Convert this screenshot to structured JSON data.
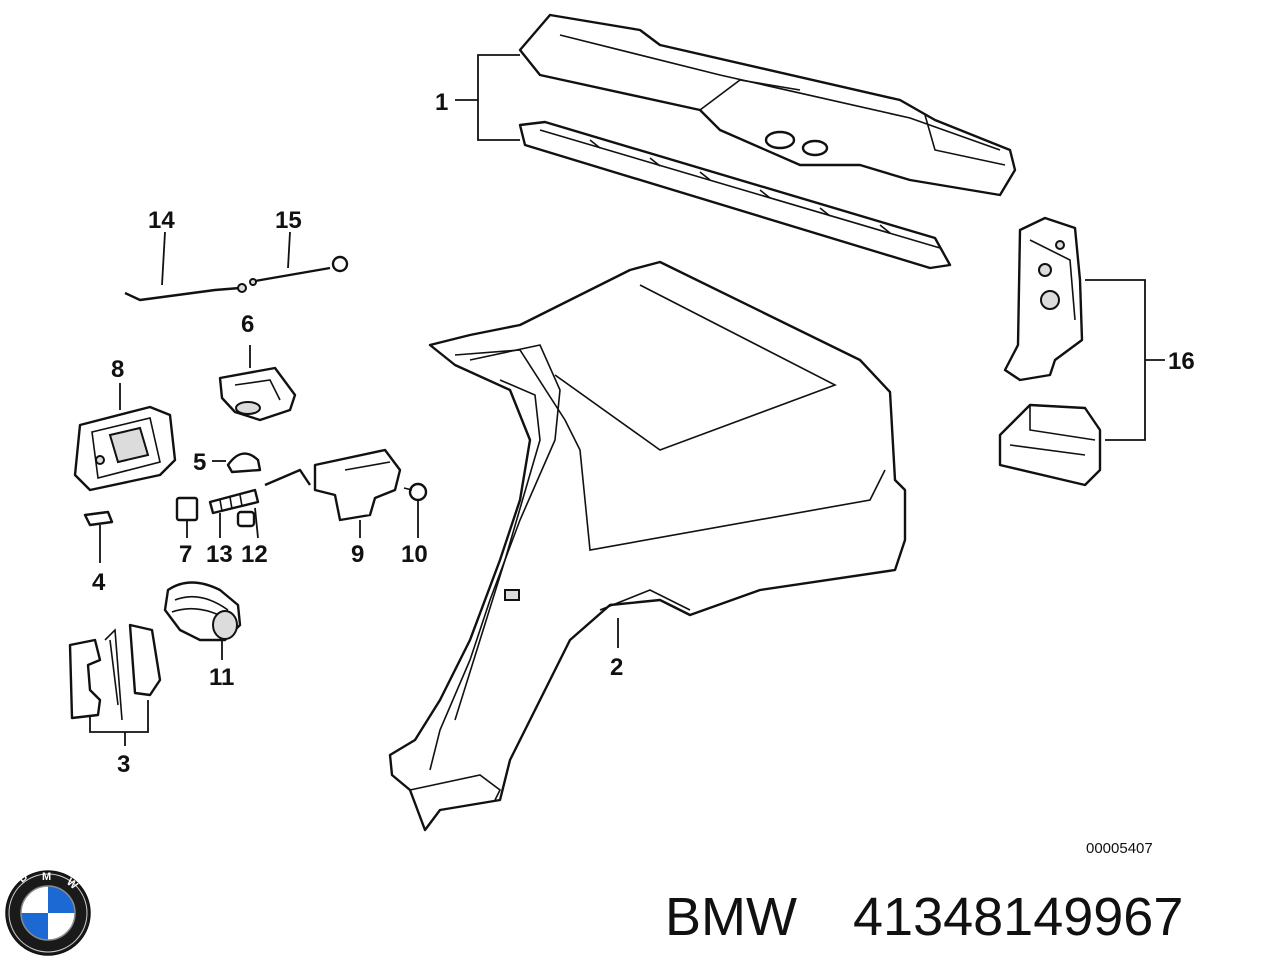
{
  "diagram": {
    "callouts": [
      {
        "id": "1",
        "label": "1"
      },
      {
        "id": "2",
        "label": "2"
      },
      {
        "id": "3",
        "label": "3"
      },
      {
        "id": "4",
        "label": "4"
      },
      {
        "id": "5",
        "label": "5"
      },
      {
        "id": "6",
        "label": "6"
      },
      {
        "id": "7",
        "label": "7"
      },
      {
        "id": "8",
        "label": "8"
      },
      {
        "id": "9",
        "label": "9"
      },
      {
        "id": "10",
        "label": "10"
      },
      {
        "id": "11",
        "label": "11"
      },
      {
        "id": "12",
        "label": "12"
      },
      {
        "id": "13",
        "label": "13"
      },
      {
        "id": "14",
        "label": "14"
      },
      {
        "id": "15",
        "label": "15"
      },
      {
        "id": "16",
        "label": "16"
      }
    ],
    "document_number": "00005407"
  },
  "caption": {
    "brand": "BMW",
    "part_number": "41348149967",
    "logo_text": "BMW"
  },
  "colors": {
    "ink": "#111111",
    "background": "#ffffff",
    "logo_blue": "#1c69d4"
  }
}
